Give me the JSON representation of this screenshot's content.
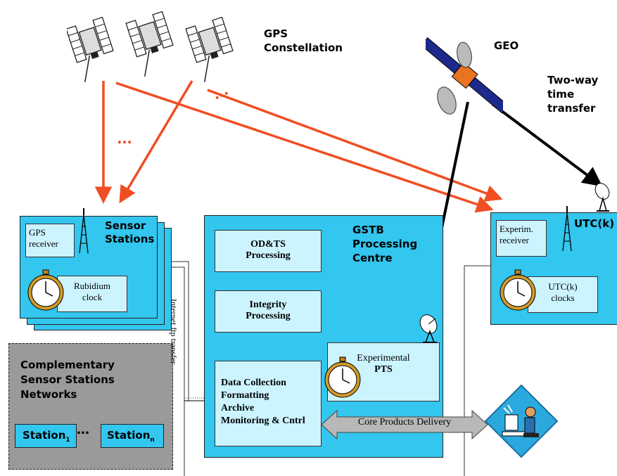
{
  "labels": {
    "gps_constellation": "GPS\nConstellation",
    "geo": "GEO",
    "two_way": "Two-way\ntime transfer",
    "sensor_stations": "Sensor\nStations",
    "gps_receiver": "GPS\nreceiver",
    "rubidium_clock": "Rubidium\nclock",
    "gstb_centre": "GSTB\nProcessing\nCentre",
    "odts": "OD&TS\nProcessing",
    "integrity": "Integrity\nProcessing",
    "data_collection": "Data Collection\nFormatting\nArchive\nMonitoring & Cntrl",
    "experimental_pts_1": "Experimental",
    "experimental_pts_2": "PTS",
    "utck_title": "UTC(k)",
    "experim_receiver": "Experim.\nreceiver",
    "utck_clocks": "UTC(k)\nclocks",
    "internet_ftp": "Internet ftp transfer",
    "complementary": "Complementary\nSensor Stations\nNetworks",
    "station1": "Station",
    "station1_sub": "1",
    "stationn": "Station",
    "stationn_sub": "n",
    "ellipsis": "…",
    "core_products": "Core Products Delivery",
    "dots_top": "…",
    "dots_mid": "…"
  },
  "colors": {
    "box_blue": "#33c6ee",
    "light_blue": "#ccf4ff",
    "arrow_orange": "#f04e23",
    "grey_box": "#9a9a9a"
  },
  "icons": [
    "satellite-icon",
    "antenna-tower-icon",
    "stopwatch-icon",
    "dish-icon",
    "operator-icon"
  ]
}
